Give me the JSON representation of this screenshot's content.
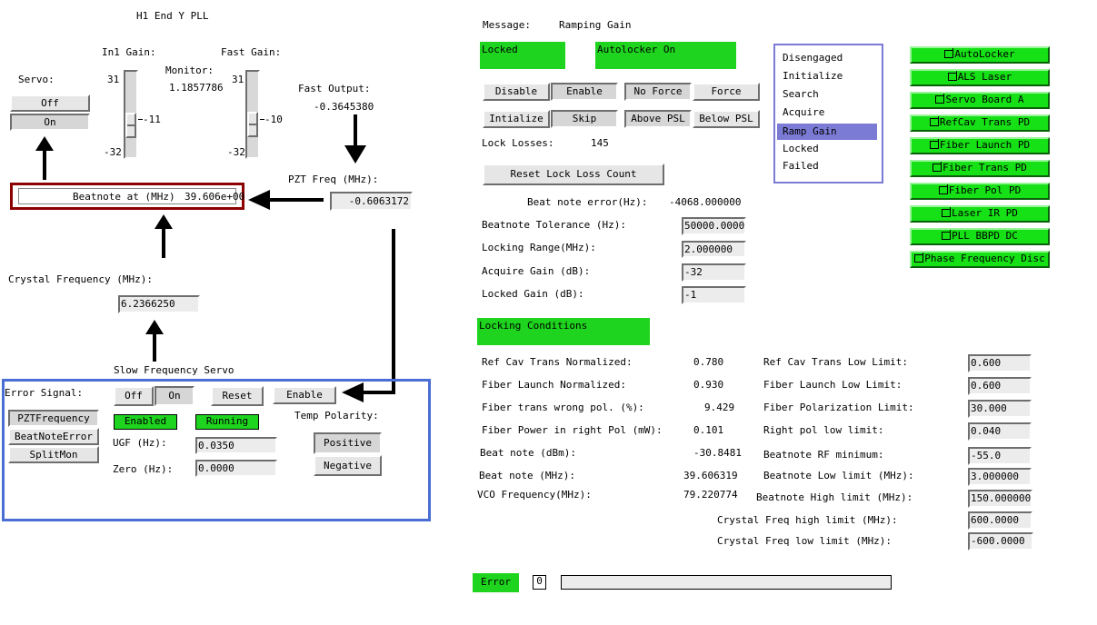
{
  "title": "H1 End Y PLL",
  "servo": {
    "label": "Servo:",
    "off_label": "Off",
    "on_label": "On"
  },
  "in1_gain": {
    "label": "In1 Gain:",
    "max": "31",
    "min": "-32",
    "value": "-11"
  },
  "monitor": {
    "label": "Monitor:",
    "value": "1.1857786"
  },
  "fast_gain": {
    "label": "Fast Gain:",
    "max": "31",
    "min": "-32",
    "value": "-10"
  },
  "fast_output": {
    "label": "Fast Output:",
    "value": "-0.3645380"
  },
  "beatnote": {
    "label": "Beatnote at (MHz)",
    "value": "39.606e+00"
  },
  "pzt_freq": {
    "label": "PZT Freq (MHz):",
    "value": "-0.6063172"
  },
  "crystal_frequency": {
    "label": "Crystal Frequency (MHz):",
    "value": "6.2366250"
  },
  "slow_servo": {
    "title": "Slow Frequency Servo",
    "error_signal_label": "Error Signal:",
    "error_options": [
      "PZTFrequency",
      "BeatNoteError",
      "SplitMon"
    ],
    "off_label": "Off",
    "on_label": "On",
    "reset_label": "Reset",
    "enable_label": "Enable",
    "enabled_badge": "Enabled",
    "running_badge": "Running",
    "temp_polarity_label": "Temp Polarity:",
    "positive_label": "Positive",
    "negative_label": "Negative",
    "ugf_label": "UGF (Hz):",
    "ugf_value": "0.0350",
    "zero_label": "Zero (Hz):",
    "zero_value": "0.0000"
  },
  "message": {
    "label": "Message:",
    "value": "Ramping Gain"
  },
  "status": {
    "locked": "Locked",
    "autolocker": "Autolocker On"
  },
  "controls": {
    "disable": "Disable",
    "enable": "Enable",
    "no_force": "No Force",
    "force": "Force",
    "initialize": "Intialize",
    "skip": "Skip",
    "above_psl": "Above PSL",
    "below_psl": "Below PSL"
  },
  "lock_losses": {
    "label": "Lock Losses:",
    "value": "145"
  },
  "reset_lock_loss": "Reset Lock Loss Count",
  "beat_note_error": {
    "label": "Beat note error(Hz):",
    "value": "-4068.000000"
  },
  "settings": [
    {
      "label": "Beatnote Tolerance (Hz):",
      "value": "50000.00000"
    },
    {
      "label": "Locking Range(MHz):",
      "value": "2.000000"
    },
    {
      "label": "Acquire Gain (dB):",
      "value": "-32"
    },
    {
      "label": "Locked Gain (dB):",
      "value": "-1"
    }
  ],
  "states": [
    "Disengaged",
    "Initialize",
    "Search",
    "Acquire",
    "Ramp Gain",
    "Locked",
    "Failed"
  ],
  "active_state": "Ramp Gain",
  "nav_buttons": [
    "AutoLocker",
    "ALS Laser",
    "Servo Board A",
    "RefCav Trans PD",
    "Fiber Launch PD",
    "Fiber Trans PD",
    "Fiber Pol PD",
    "Laser IR PD",
    "PLL BBPD DC",
    "Phase Frequency Disc"
  ],
  "locking_conditions": {
    "title": "Locking Conditions",
    "readings": [
      {
        "label": "Ref Cav Trans Normalized:",
        "value": "0.780"
      },
      {
        "label": "Fiber Launch Normalized:",
        "value": "0.930"
      },
      {
        "label": "Fiber trans wrong pol. (%):",
        "value": "9.429"
      },
      {
        "label": "Fiber Power in right Pol (mW):",
        "value": "0.101"
      },
      {
        "label": "Beat note (dBm):",
        "value": "-30.8481"
      },
      {
        "label": "Beat note (MHz):",
        "value": "39.606319"
      },
      {
        "label": "VCO Frequency(MHz):",
        "value": "79.220774"
      }
    ],
    "limits": [
      {
        "label": "Ref Cav Trans Low Limit:",
        "value": "0.600"
      },
      {
        "label": "Fiber Launch Low Limit:",
        "value": "0.600"
      },
      {
        "label": "Fiber Polarization Limit:",
        "value": "30.000"
      },
      {
        "label": "Right pol low limit:",
        "value": "0.040"
      },
      {
        "label": "Beatnote RF minimum:",
        "value": "-55.0"
      },
      {
        "label": "Beatnote Low limit (MHz):",
        "value": "3.000000"
      },
      {
        "label": "Beatnote High limit (MHz):",
        "value": "150.000000"
      },
      {
        "label": "Crystal Freq high limit (MHz):",
        "value": "600.0000"
      },
      {
        "label": "Crystal Freq low limit (MHz):",
        "value": "-600.0000"
      }
    ]
  },
  "error_bar": {
    "label": "Error",
    "code": "0",
    "message": ""
  },
  "colors": {
    "green": "#1ed41e",
    "highlight": "#7b7bd6",
    "frame_blue": "#4a6ed4",
    "frame_red": "#8b0000"
  }
}
